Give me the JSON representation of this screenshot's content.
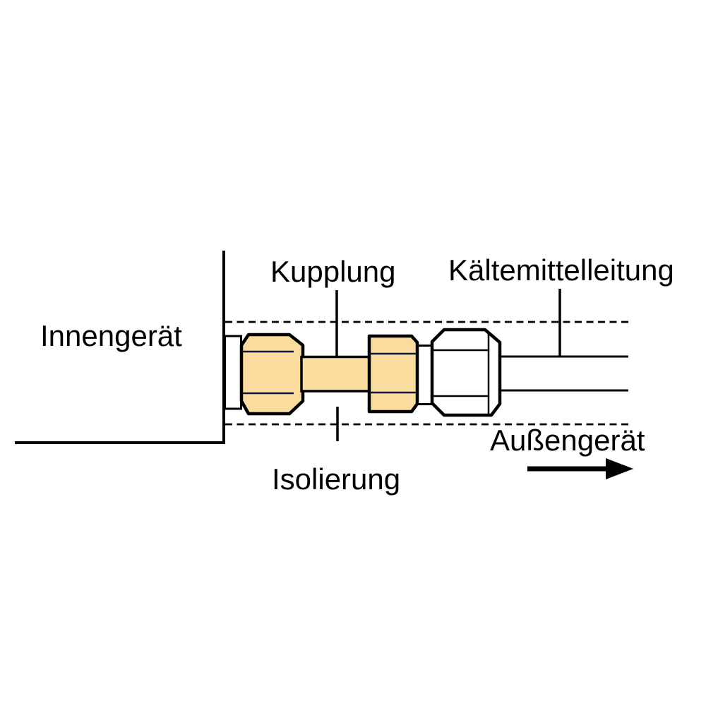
{
  "diagram": {
    "type": "hvac-refrigerant-piping-schematic",
    "labels": {
      "indoor_unit": "Innengerät",
      "coupling": "Kupplung",
      "refrigerant_line": "Kältemittelleitung",
      "outdoor_unit": "Außengerät",
      "insulation": "Isolierung"
    },
    "flow_direction": "right-toward-outdoor-unit",
    "colors": {
      "brass_fill": "#FADC9E",
      "white_fill": "#FFFFFF",
      "outline": "#000000",
      "facet_line": "#15163a"
    }
  }
}
